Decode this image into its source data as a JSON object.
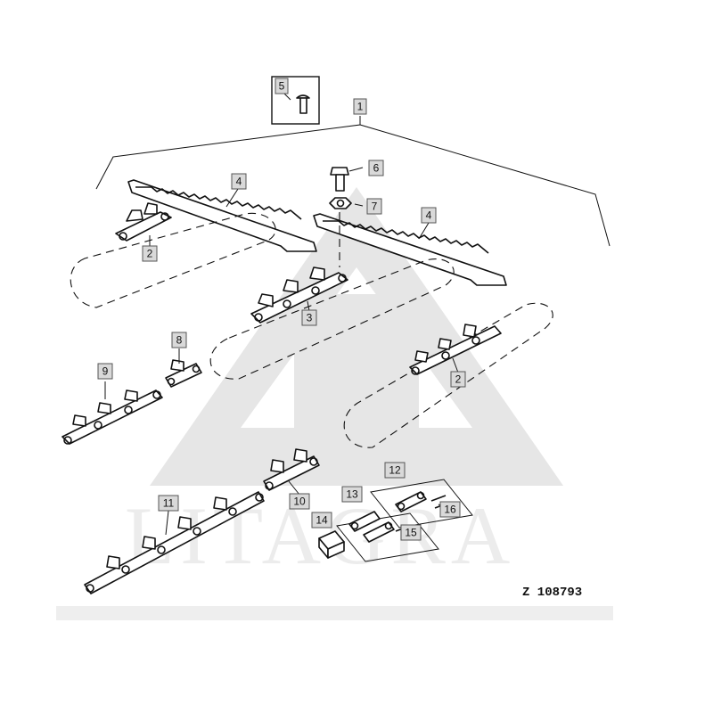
{
  "callouts": {
    "c1": "1",
    "c2a": "2",
    "c2b": "2",
    "c3": "3",
    "c4a": "4",
    "c4b": "4",
    "c5": "5",
    "c6": "6",
    "c7": "7",
    "c8": "8",
    "c9": "9",
    "c10": "10",
    "c11": "11",
    "c12": "12",
    "c13": "13",
    "c14": "14",
    "c15": "15",
    "c16": "16"
  },
  "watermark": "LITAGRA",
  "figure_ref": "Z 108793",
  "colors": {
    "ink": "#111111",
    "tag_fill": "#d9d9d9",
    "watermark": "#e6e6e6"
  }
}
